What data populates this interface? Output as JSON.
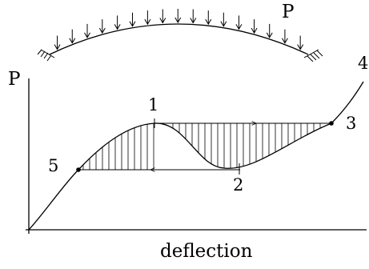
{
  "diagram": {
    "load_label": "P",
    "y_axis_label": "P",
    "x_axis_label": "deflection",
    "point_labels": {
      "p1": "1",
      "p2": "2",
      "p3": "3",
      "p4": "4",
      "p5": "5"
    }
  },
  "colors": {
    "ink": "#000000",
    "background": "#ffffff"
  }
}
